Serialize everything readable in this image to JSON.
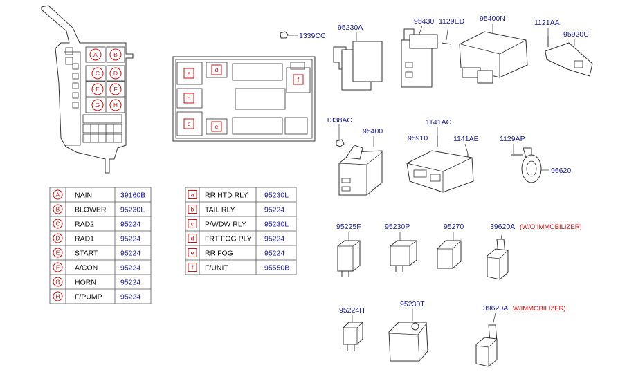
{
  "part_labels": {
    "p1339CC": "1339CC",
    "p95230A": "95230A",
    "p95430": "95430",
    "p1129ED": "1129ED",
    "p95400N": "95400N",
    "p1121AA": "1121AA",
    "p95920C": "95920C",
    "p1338AC": "1338AC",
    "p95400": "95400",
    "p1141AC": "1141AC",
    "p95910": "95910",
    "p1141AE": "1141AE",
    "p1129AP": "1129AP",
    "p96620": "96620",
    "p95225F": "95225F",
    "p95230P": "95230P",
    "p95270": "95270",
    "p39620A_1": "39620A",
    "p95224H": "95224H",
    "p95230T": "95230T",
    "p39620A_2": "39620A"
  },
  "notes": {
    "wo_immobilizer": "(W/O IMMOBILIZER)",
    "w_immobilizer": "W/IMMOBILIZER)"
  },
  "fusebox_letters": [
    "A",
    "B",
    "C",
    "D",
    "E",
    "F",
    "G",
    "H"
  ],
  "junction_letters": [
    "a",
    "b",
    "c",
    "d",
    "e",
    "f"
  ],
  "table_left": [
    {
      "key": "A",
      "name": "NAIN",
      "part": "39160B"
    },
    {
      "key": "B",
      "name": "BLOWER",
      "part": "95230L"
    },
    {
      "key": "C",
      "name": "RAD2",
      "part": "95224"
    },
    {
      "key": "D",
      "name": "RAD1",
      "part": "95224"
    },
    {
      "key": "E",
      "name": "START",
      "part": "95224"
    },
    {
      "key": "F",
      "name": "A/CON",
      "part": "95224"
    },
    {
      "key": "G",
      "name": "HORN",
      "part": "95224"
    },
    {
      "key": "H",
      "name": "F/PUMP",
      "part": "95224"
    }
  ],
  "table_right": [
    {
      "key": "a",
      "name": "RR HTD RLY",
      "part": "95230L"
    },
    {
      "key": "b",
      "name": "TAIL RLY",
      "part": "95224"
    },
    {
      "key": "c",
      "name": "P/WDW RLY",
      "part": "95230L"
    },
    {
      "key": "d",
      "name": "FRT FOG PLY",
      "part": "95224"
    },
    {
      "key": "e",
      "name": "RR FOG",
      "part": "95224"
    },
    {
      "key": "f",
      "name": "F/UNIT",
      "part": "95550B"
    }
  ]
}
